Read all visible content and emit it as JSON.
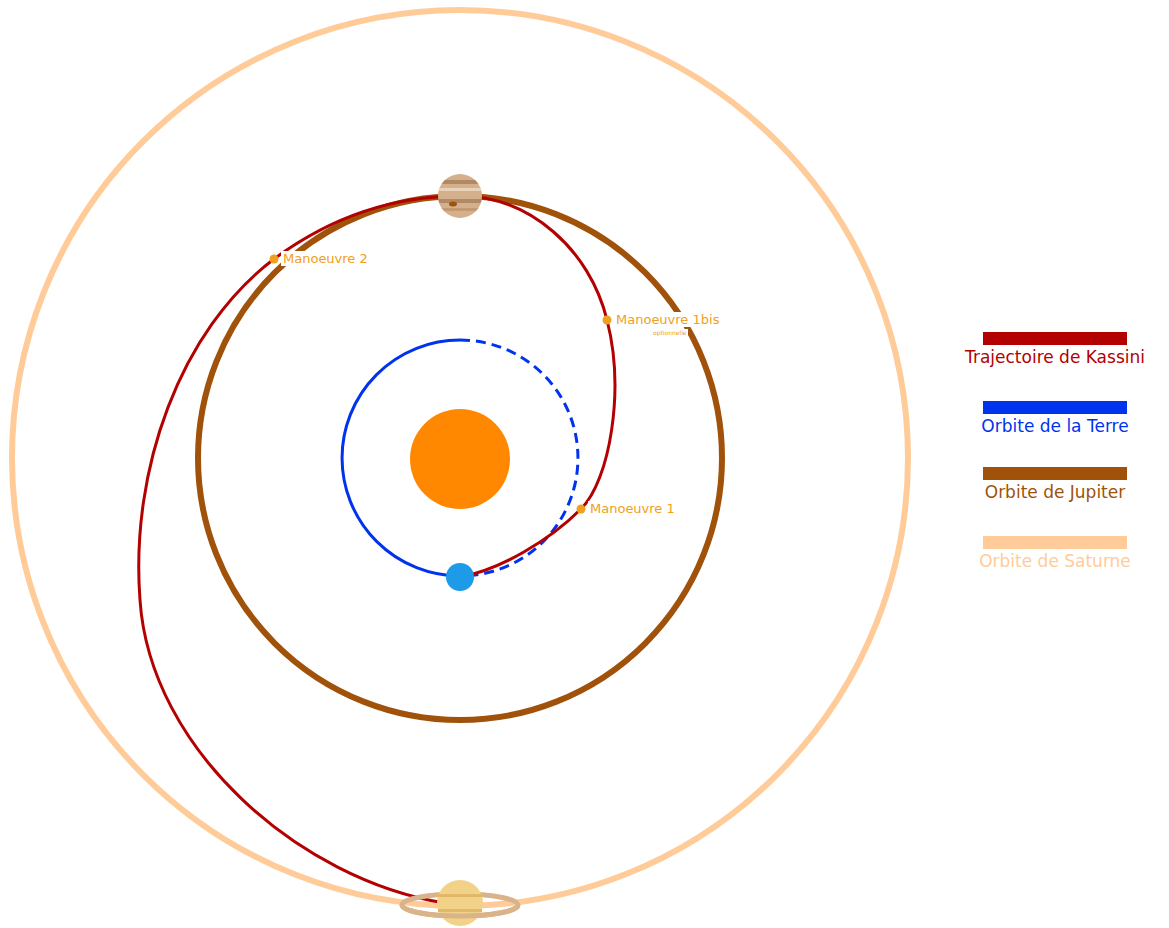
{
  "diagram": {
    "labels": [
      "Manoeuvre 2",
      "Manoeuvre 1bis",
      "optionnelle",
      "Manoeuvre 1"
    ],
    "legend": [
      {
        "text": "Trajectoire de Kassini",
        "color": "#b30000"
      },
      {
        "text": "Orbite de la Terre",
        "color": "#0033ee"
      },
      {
        "text": "Orbite de Jupiter",
        "color": "#a0520a"
      },
      {
        "text": "Orbite de Saturne",
        "color": "#ffcc99"
      }
    ]
  }
}
